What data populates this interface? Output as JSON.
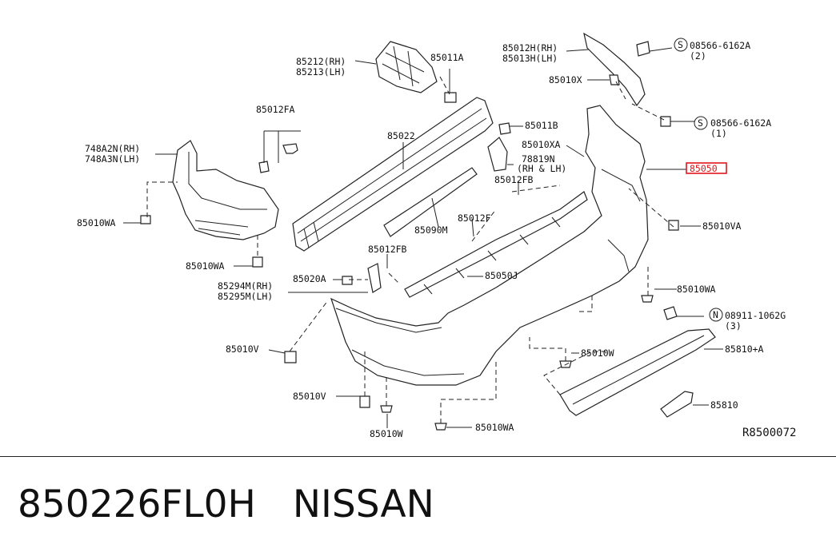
{
  "labels": {
    "l85212": "85212(RH)",
    "l85213": "85213(LH)",
    "l85011A": "85011A",
    "l85012H": "85012H(RH)",
    "l85013H": "85013H(LH)",
    "l08566a": "08566-6162A",
    "l08566a_qty": "(2)",
    "l85010X": "85010X",
    "l85012FA": "85012FA",
    "l85022": "85022",
    "l85011B": "85011B",
    "l08566b": "08566-6162A",
    "l08566b_qty": "(1)",
    "l74842N": "748A2N(RH)",
    "l74843N": "748A3N(LH)",
    "l85010XA": "85010XA",
    "l78819N": "78819N",
    "l78819N_side": "(RH & LH)",
    "l85050": "85050",
    "l85012FB_top": "85012FB",
    "l85010WA_left": "85010WA",
    "l85090M": "85090M",
    "l85012F": "85012F",
    "l85010VA": "85010VA",
    "l85010WA_mid": "85010WA",
    "l85012FB_mid": "85012FB",
    "l85020A": "85020A",
    "l85050J": "85050J",
    "l85294M": "85294M(RH)",
    "l85295M": "85295M(LH)",
    "l85010WA_right": "85010WA",
    "l08911": "08911-1062G",
    "l08911_qty": "(3)",
    "l85010V_left": "85010V",
    "l85010W_right": "85010W",
    "l85810A": "85810+A",
    "l85010V_bottom": "85010V",
    "l85010W_bottom": "85010W",
    "l85010WA_bottom": "85010WA",
    "l85810": "85810",
    "symbol_s": "S",
    "symbol_n": "N"
  },
  "reference_code": "R8500072",
  "part_number": "850226FL0H",
  "brand": "NISSAN",
  "highlight_color": "#e0161b"
}
